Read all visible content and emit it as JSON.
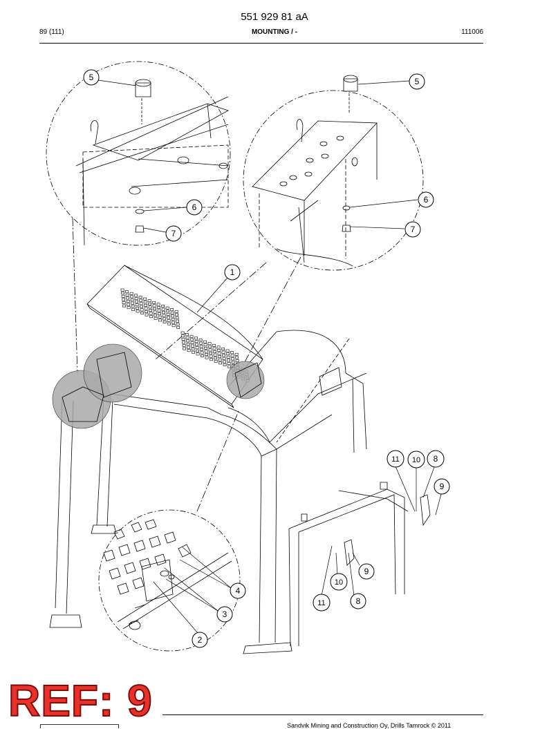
{
  "header": {
    "doc_number": "551 929 81 aA",
    "page": "89 (111)",
    "section": "MOUNTING / -",
    "code": "111006"
  },
  "callouts": {
    "c5a": "5",
    "c5b": "5",
    "c6a": "6",
    "c6b": "6",
    "c7a": "7",
    "c7b": "7",
    "c1": "1",
    "c11a": "11",
    "c10a": "10",
    "c8a": "8",
    "c9a": "9",
    "c9b": "9",
    "c10b": "10",
    "c8b": "8",
    "c11b": "11",
    "c4": "4",
    "c3": "3",
    "c2": "2"
  },
  "stamp": {
    "ref": "REF: 9"
  },
  "footer": {
    "copyright": "Sandvik Mining and Construction Oy, Drills Tamrock © 2011"
  },
  "colors": {
    "stamp_fill": "#e8312a",
    "stamp_outline": "#7a0d08",
    "detail_shade": "#a9a9a9"
  }
}
